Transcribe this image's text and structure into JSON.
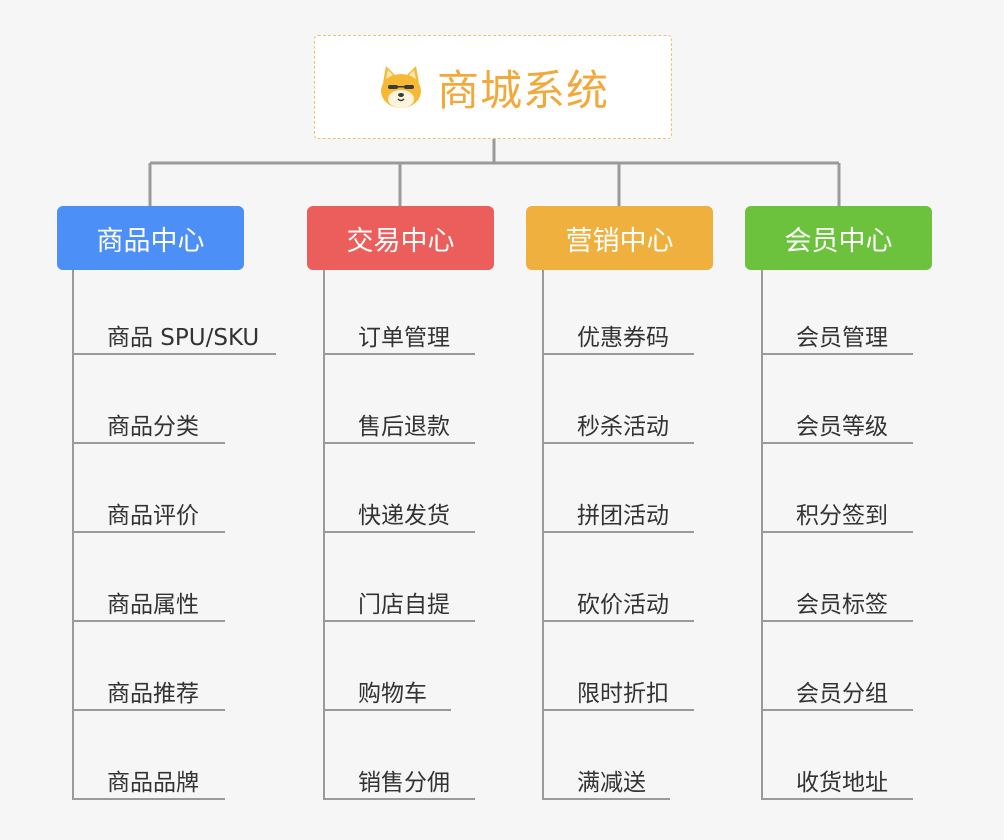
{
  "root": {
    "title": "商城系统",
    "logo_icon": "shiba-dog-logo-icon"
  },
  "colors": {
    "line": "#9a9a9a",
    "root_title": "#f0a93a",
    "root_border": "#e9c46a"
  },
  "categories": [
    {
      "label": "商品中心",
      "color": "#4b8ff7",
      "items": [
        "商品 SPU/SKU",
        "商品分类",
        "商品评价",
        "商品属性",
        "商品推荐",
        "商品品牌"
      ]
    },
    {
      "label": "交易中心",
      "color": "#eb5e5b",
      "items": [
        "订单管理",
        "售后退款",
        "快递发货",
        "门店自提",
        "购物车",
        "销售分佣"
      ]
    },
    {
      "label": "营销中心",
      "color": "#efb03e",
      "items": [
        "优惠券码",
        "秒杀活动",
        "拼团活动",
        "砍价活动",
        "限时折扣",
        "满减送"
      ]
    },
    {
      "label": "会员中心",
      "color": "#6cc23c",
      "items": [
        "会员管理",
        "会员等级",
        "积分签到",
        "会员标签",
        "会员分组",
        "收货地址"
      ]
    }
  ]
}
